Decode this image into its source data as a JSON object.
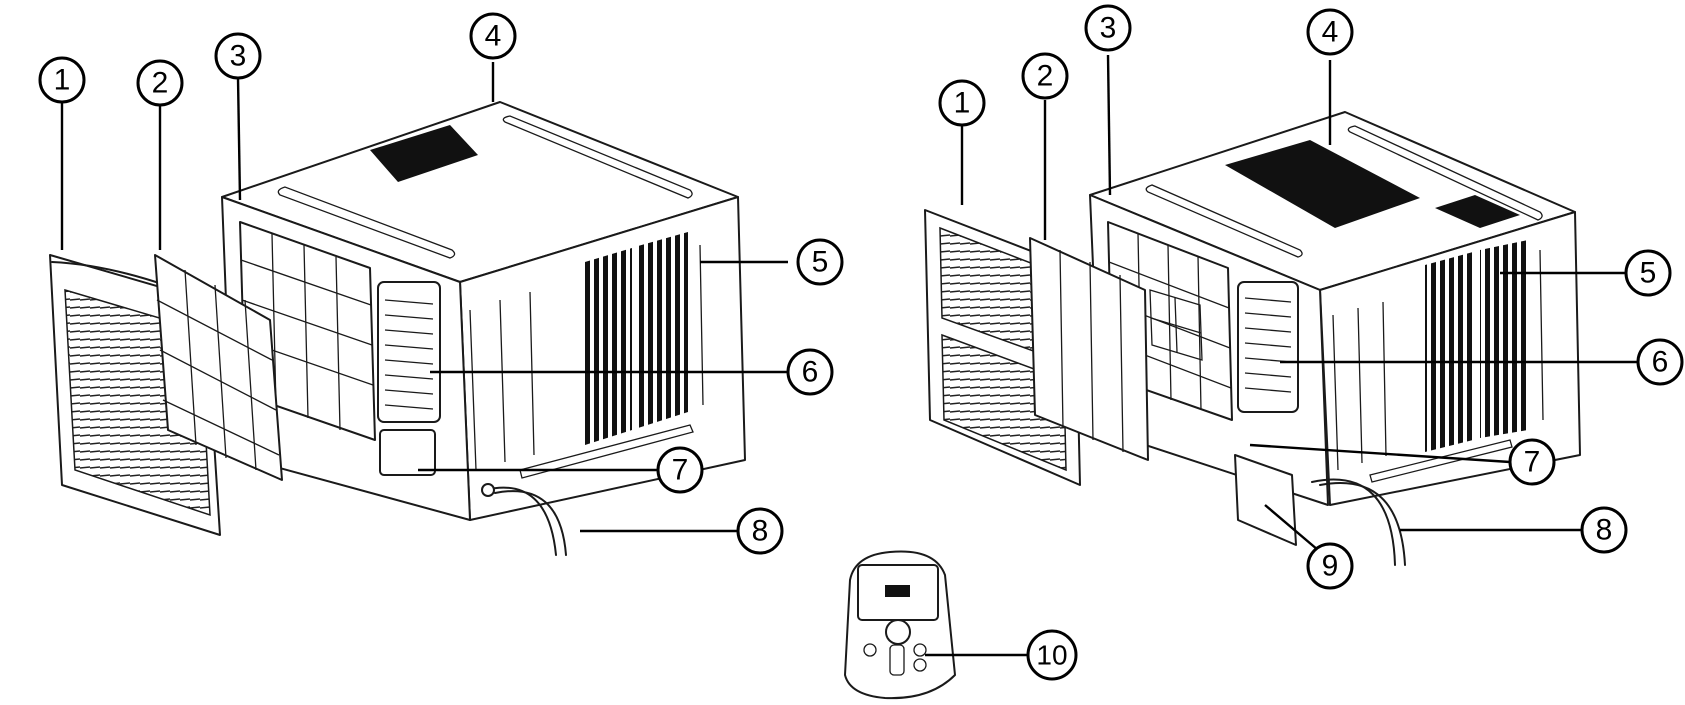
{
  "callouts": [
    {
      "id": "c1a",
      "label": "1"
    },
    {
      "id": "c2a",
      "label": "2"
    },
    {
      "id": "c3a",
      "label": "3"
    },
    {
      "id": "c4a",
      "label": "4"
    },
    {
      "id": "c5a",
      "label": "5"
    },
    {
      "id": "c6a",
      "label": "6"
    },
    {
      "id": "c7a",
      "label": "7"
    },
    {
      "id": "c8a",
      "label": "8"
    },
    {
      "id": "c1b",
      "label": "1"
    },
    {
      "id": "c2b",
      "label": "2"
    },
    {
      "id": "c3b",
      "label": "3"
    },
    {
      "id": "c4b",
      "label": "4"
    },
    {
      "id": "c5b",
      "label": "5"
    },
    {
      "id": "c6b",
      "label": "6"
    },
    {
      "id": "c7b",
      "label": "7"
    },
    {
      "id": "c8b",
      "label": "8"
    },
    {
      "id": "c9b",
      "label": "9"
    },
    {
      "id": "c10",
      "label": "10"
    }
  ]
}
